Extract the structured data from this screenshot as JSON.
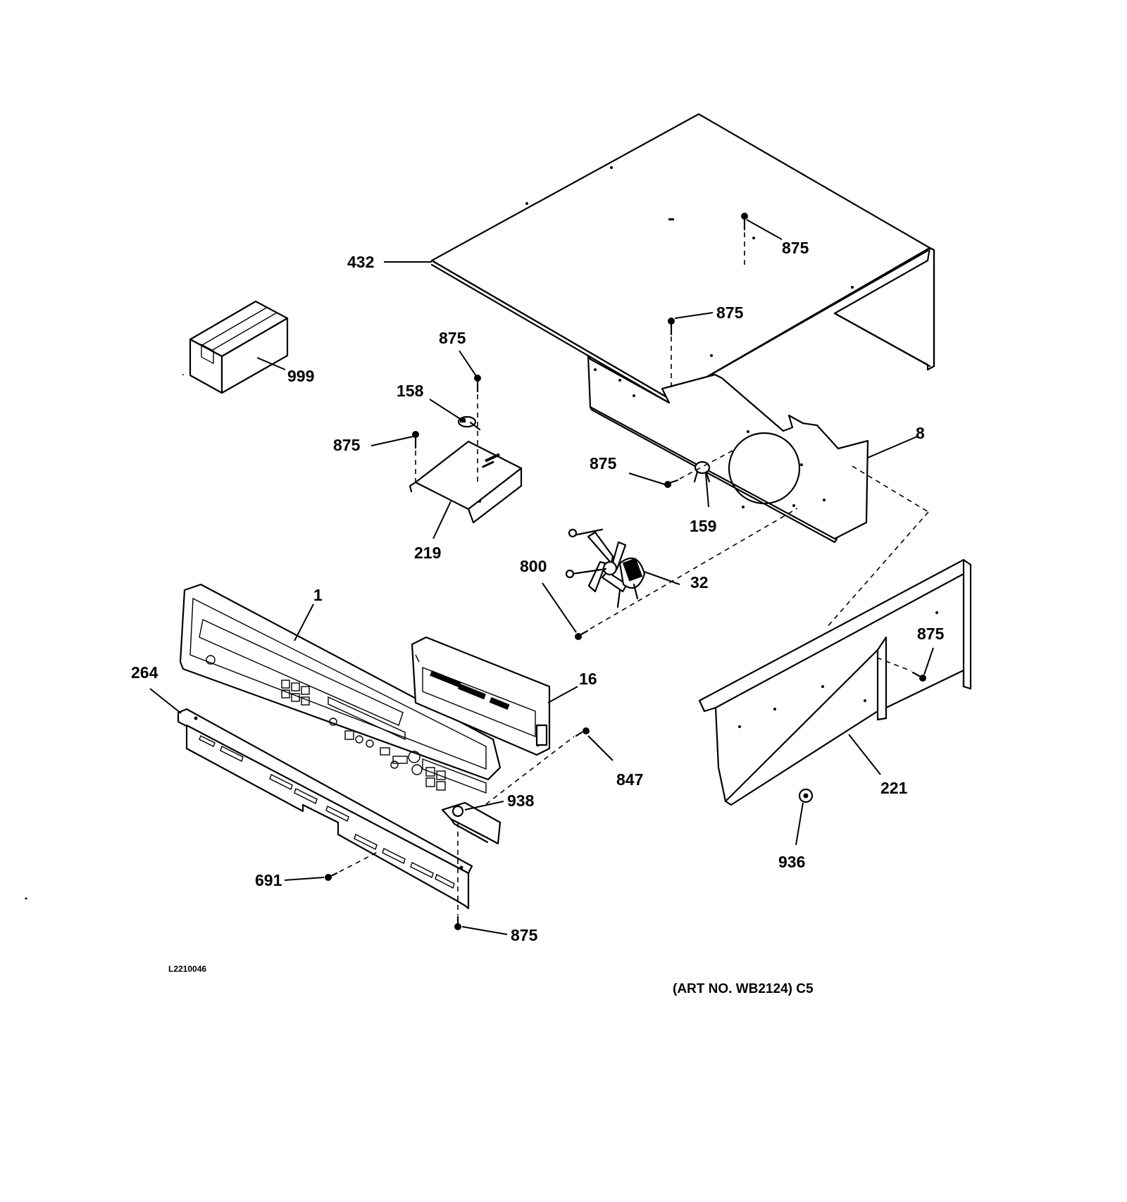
{
  "callouts": [
    {
      "id": "432",
      "label": "432"
    },
    {
      "id": "875a",
      "label": "875"
    },
    {
      "id": "875b",
      "label": "875"
    },
    {
      "id": "999",
      "label": "999"
    },
    {
      "id": "875c",
      "label": "875"
    },
    {
      "id": "158",
      "label": "158"
    },
    {
      "id": "875d",
      "label": "875"
    },
    {
      "id": "219",
      "label": "219"
    },
    {
      "id": "875e",
      "label": "875"
    },
    {
      "id": "8",
      "label": "8"
    },
    {
      "id": "159",
      "label": "159"
    },
    {
      "id": "800",
      "label": "800"
    },
    {
      "id": "32",
      "label": "32"
    },
    {
      "id": "1",
      "label": "1"
    },
    {
      "id": "875f",
      "label": "875"
    },
    {
      "id": "264",
      "label": "264"
    },
    {
      "id": "16",
      "label": "16"
    },
    {
      "id": "847",
      "label": "847"
    },
    {
      "id": "221",
      "label": "221"
    },
    {
      "id": "938",
      "label": "938"
    },
    {
      "id": "936",
      "label": "936"
    },
    {
      "id": "691",
      "label": "691"
    },
    {
      "id": "875g",
      "label": "875"
    }
  ],
  "footer": {
    "drawing_code": "L2210046",
    "art_number": "(ART NO. WB2124) C5"
  }
}
